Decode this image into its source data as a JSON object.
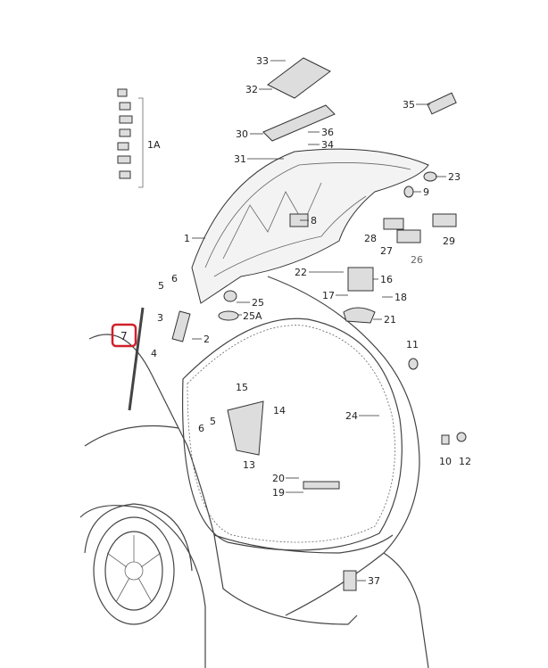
{
  "diagram": {
    "callouts": [
      "33",
      "32",
      "35",
      "36",
      "34",
      "30",
      "31",
      "1A",
      "23",
      "9",
      "1",
      "8",
      "28",
      "27",
      "26",
      "29",
      "22",
      "16",
      "17",
      "18",
      "21",
      "6",
      "5",
      "25",
      "25A",
      "3",
      "2",
      "7",
      "4",
      "11",
      "15",
      "14",
      "24",
      "6",
      "5",
      "13",
      "10",
      "12",
      "20",
      "19",
      "37"
    ],
    "highlighted_callout": "7",
    "highlight_color": "#d0202a"
  }
}
